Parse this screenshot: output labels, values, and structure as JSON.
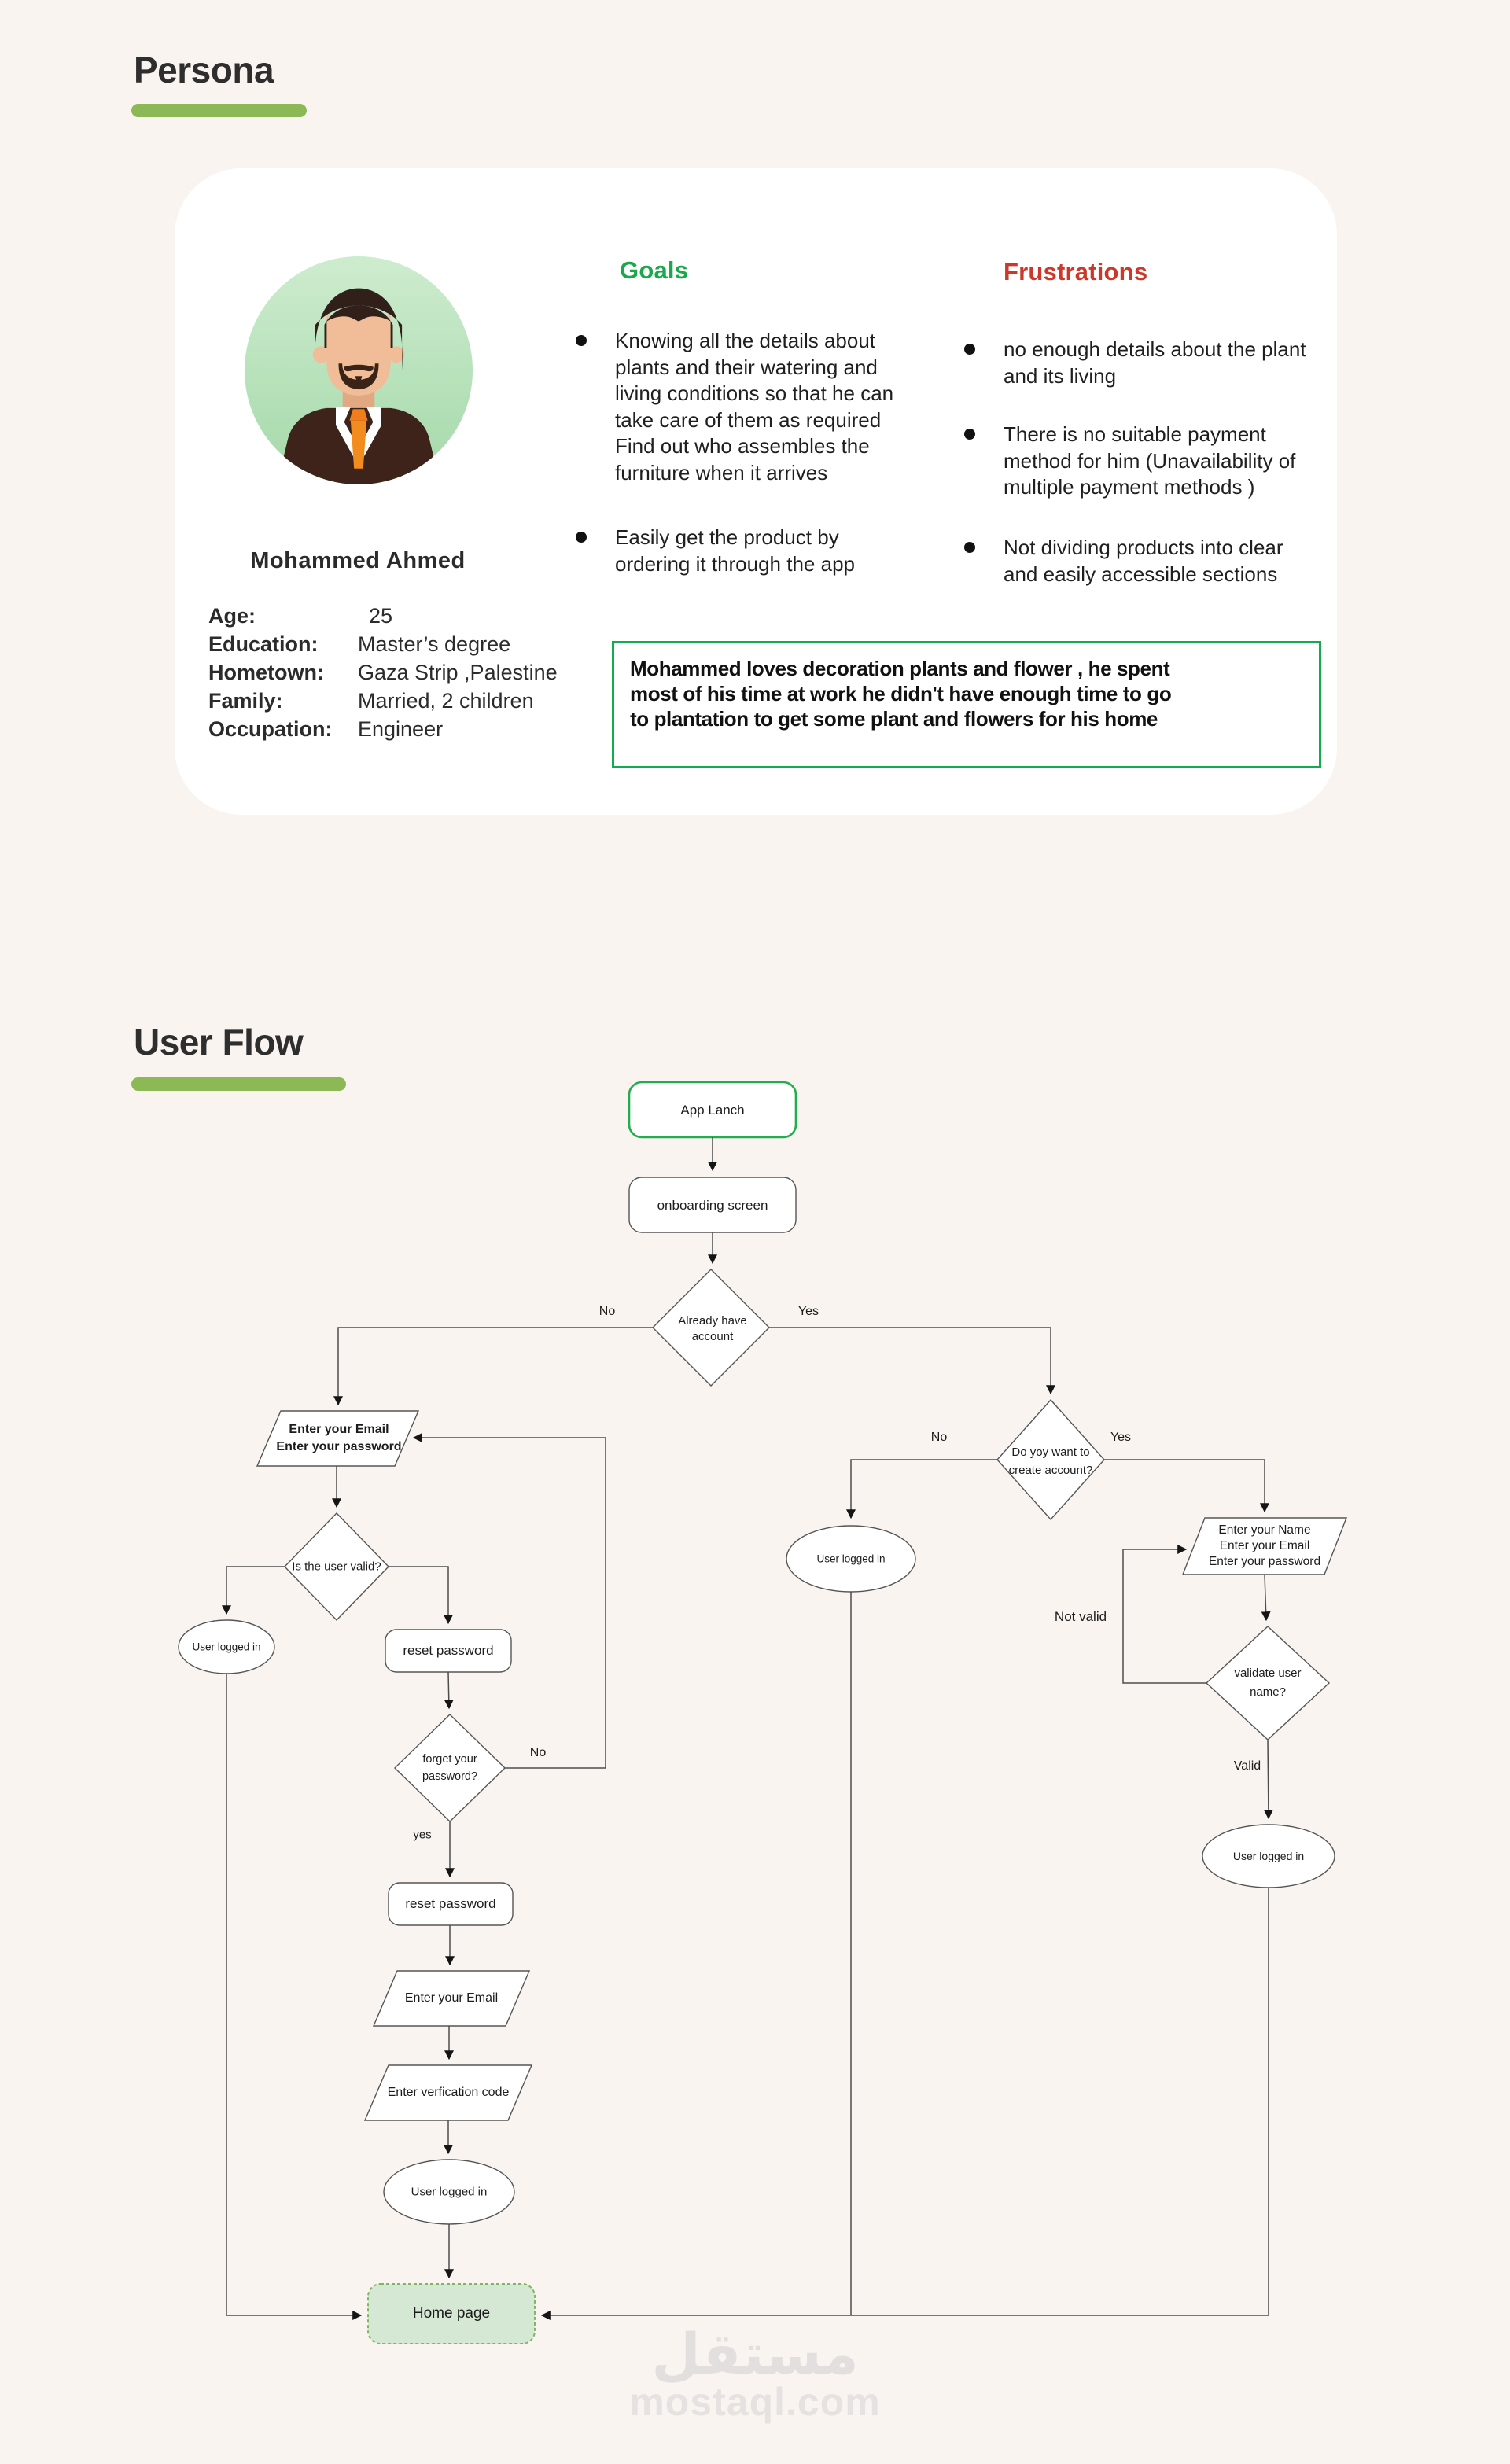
{
  "colors": {
    "page_background": "#faf4f0",
    "card_background": "#ffffff",
    "heading_underline_green": "#8cb956",
    "goals_green": "#17a94b",
    "frustrations_red": "#cc392b",
    "quote_border_green": "#12ab4d",
    "start_node_border_green": "#23ad4f",
    "home_node_fill": "#d5e8d4",
    "home_node_border": "#82b366",
    "flow_line": "#4d4d4d"
  },
  "persona": {
    "title": "Persona",
    "name": "Mohammed  Ahmed",
    "details": [
      {
        "label": "Age:",
        "value": "25"
      },
      {
        "label": "Education:",
        "value": "Master’s degree"
      },
      {
        "label": "Hometown:",
        "value": "Gaza Strip ,Palestine"
      },
      {
        "label": "Family:",
        "value": "Married, 2 children"
      },
      {
        "label": "Occupation:",
        "value": "Engineer"
      }
    ],
    "goals": {
      "title": "Goals",
      "items": [
        "Knowing all the details about\nplants and their watering and\nliving conditions so that he can\ntake care of them as required\nFind out who assembles the\nfurniture when it arrives",
        "Easily get the product by\nordering it through the app"
      ]
    },
    "frustrations": {
      "title": "Frustrations",
      "items": [
        "no enough details about the plant\nand its living",
        "There is no suitable payment\nmethod for him  (Unavailability of\nmultiple payment methods )",
        "Not dividing products into clear\nand easily accessible sections"
      ]
    },
    "quote": "Mohammed loves decoration plants and flower , he spent\nmost of his time at work  he didn't have  enough time to go\nto  plantation to get some plant and flowers for his home"
  },
  "userflow": {
    "title": "User Flow",
    "nodes": {
      "app_launch": "App Lanch",
      "onboarding": "onboarding screen",
      "already_account": "Already have\naccount",
      "login_inputs": "Enter your Email\nEnter your password",
      "is_user_valid": "Is the user valid?",
      "user_logged_in_left": "User logged in",
      "reset_password_1": "reset password",
      "forget_password": "forget your\npassword?",
      "reset_password_2": "reset password",
      "enter_email": "Enter your Email",
      "enter_verification": "Enter verfication code",
      "user_logged_in_bottom": "User logged in",
      "home_page": "Home page",
      "create_account": "Do yoy want to\ncreate account?",
      "user_logged_in_mid": "User logged in",
      "signup_inputs": "Enter your Name\nEnter your Email\nEnter your password",
      "validate_user": "validate user\nname?",
      "user_logged_in_right": "User logged in"
    },
    "edge_labels": {
      "already_no": "No",
      "already_yes": "Yes",
      "create_no": "No",
      "create_yes": "Yes",
      "forget_no": "No",
      "forget_yes": "yes",
      "not_valid": "Not valid",
      "valid": "Valid"
    }
  },
  "watermark": {
    "arabic": "مستقل",
    "domain": "mostaql.com"
  }
}
